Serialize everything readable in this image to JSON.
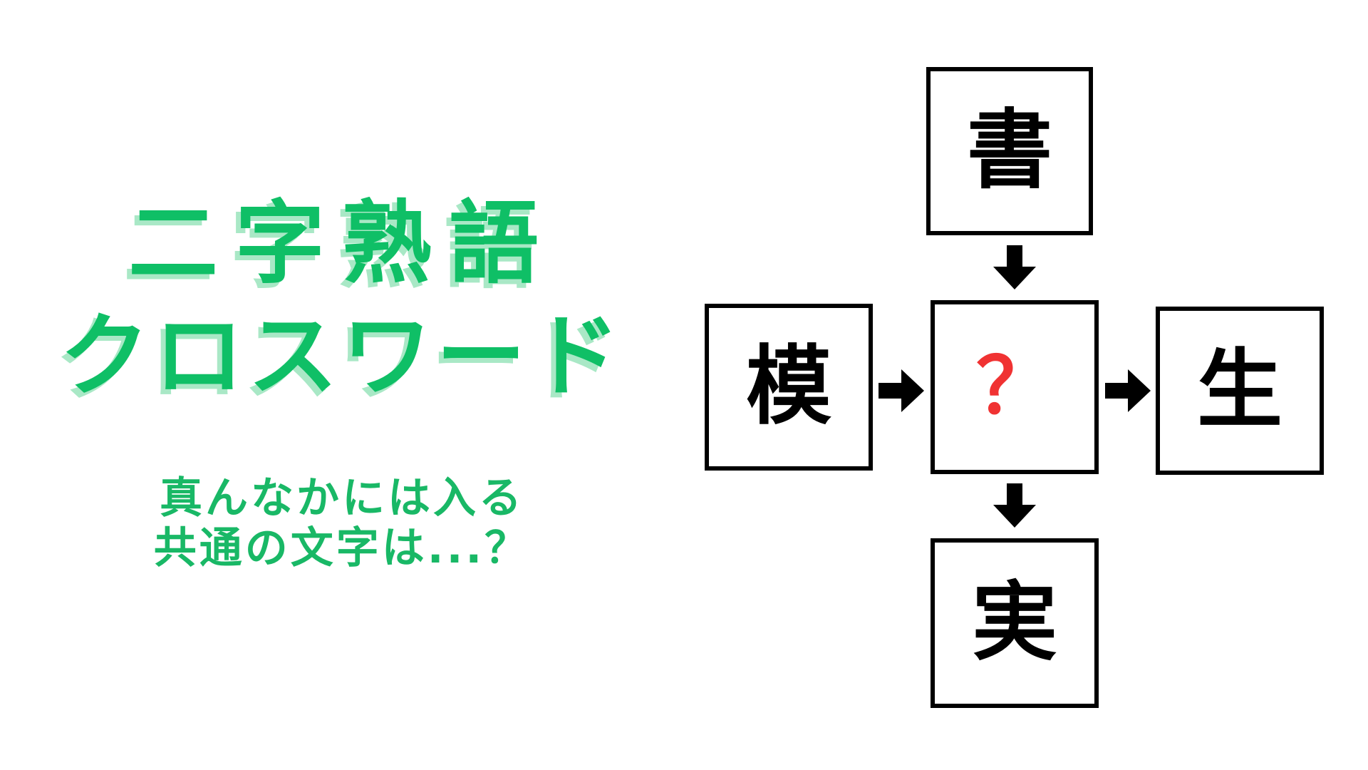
{
  "title": {
    "line1": "二字熟語",
    "line2": "クロスワード"
  },
  "subtitle": {
    "line1": "真んなかには入る",
    "line2": "共通の文字は...？"
  },
  "puzzle": {
    "top": "書",
    "left": "模",
    "center": "？",
    "right": "生",
    "bottom": "実"
  },
  "colors": {
    "title_green": "#0fbf66",
    "title_shadow": "#a9e8c6",
    "question_mark": "#f03232",
    "box_border": "#000000"
  },
  "icons": {
    "arrows": [
      "arrow-down-icon",
      "arrow-right-icon",
      "arrow-right-icon",
      "arrow-down-icon"
    ]
  }
}
